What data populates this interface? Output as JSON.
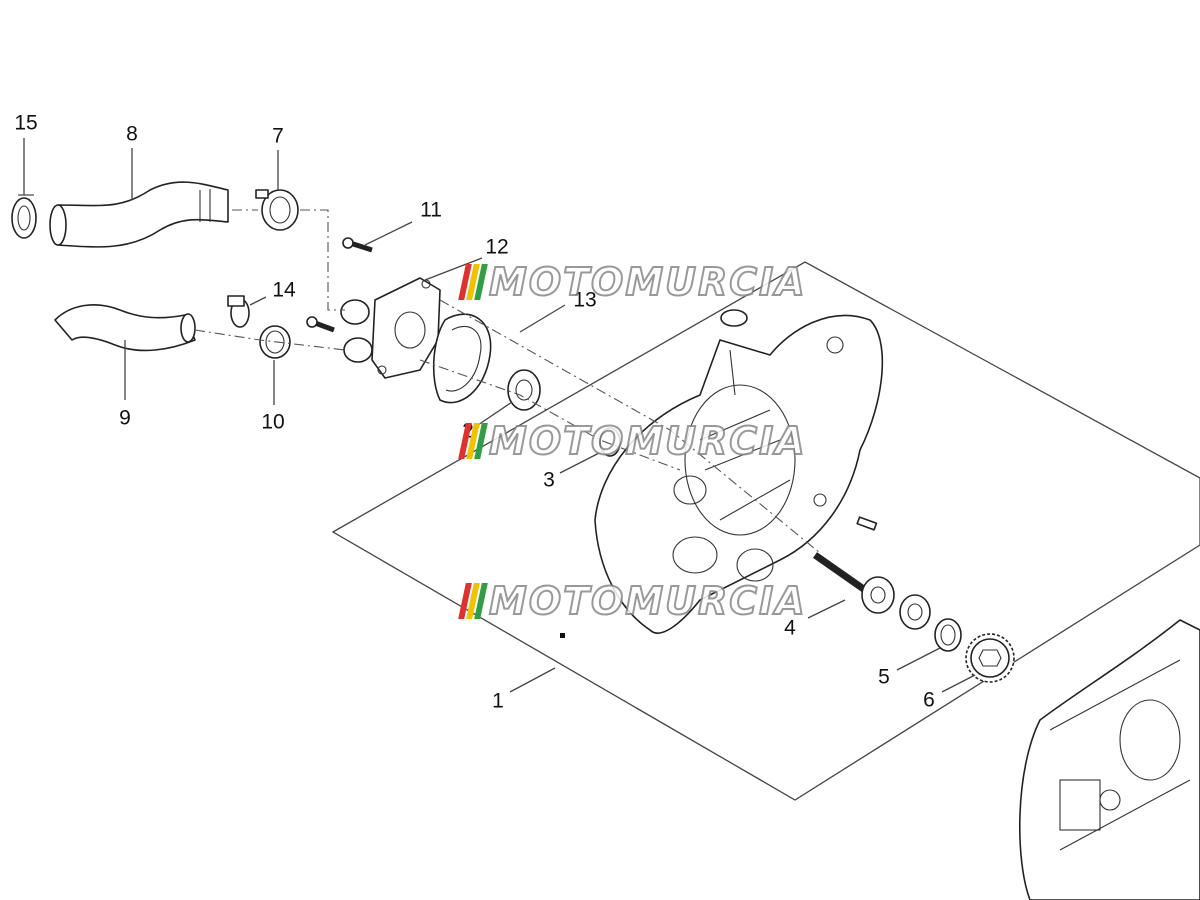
{
  "callouts": [
    {
      "id": "1",
      "text": "1"
    },
    {
      "id": "2",
      "text": "2"
    },
    {
      "id": "3",
      "text": "3"
    },
    {
      "id": "4",
      "text": "4"
    },
    {
      "id": "5",
      "text": "5"
    },
    {
      "id": "6",
      "text": "6"
    },
    {
      "id": "7",
      "text": "7"
    },
    {
      "id": "8",
      "text": "8"
    },
    {
      "id": "9",
      "text": "9"
    },
    {
      "id": "10",
      "text": "10"
    },
    {
      "id": "11",
      "text": "11"
    },
    {
      "id": "12",
      "text": "12"
    },
    {
      "id": "13",
      "text": "13"
    },
    {
      "id": "14",
      "text": "14"
    },
    {
      "id": "15",
      "text": "15"
    }
  ],
  "watermark": {
    "text": "MOTOMURCIA",
    "bar_colors": [
      "#e03030",
      "#f2c200",
      "#2f9e44"
    ],
    "outline_color": "#888888"
  },
  "line_color": "#222222"
}
